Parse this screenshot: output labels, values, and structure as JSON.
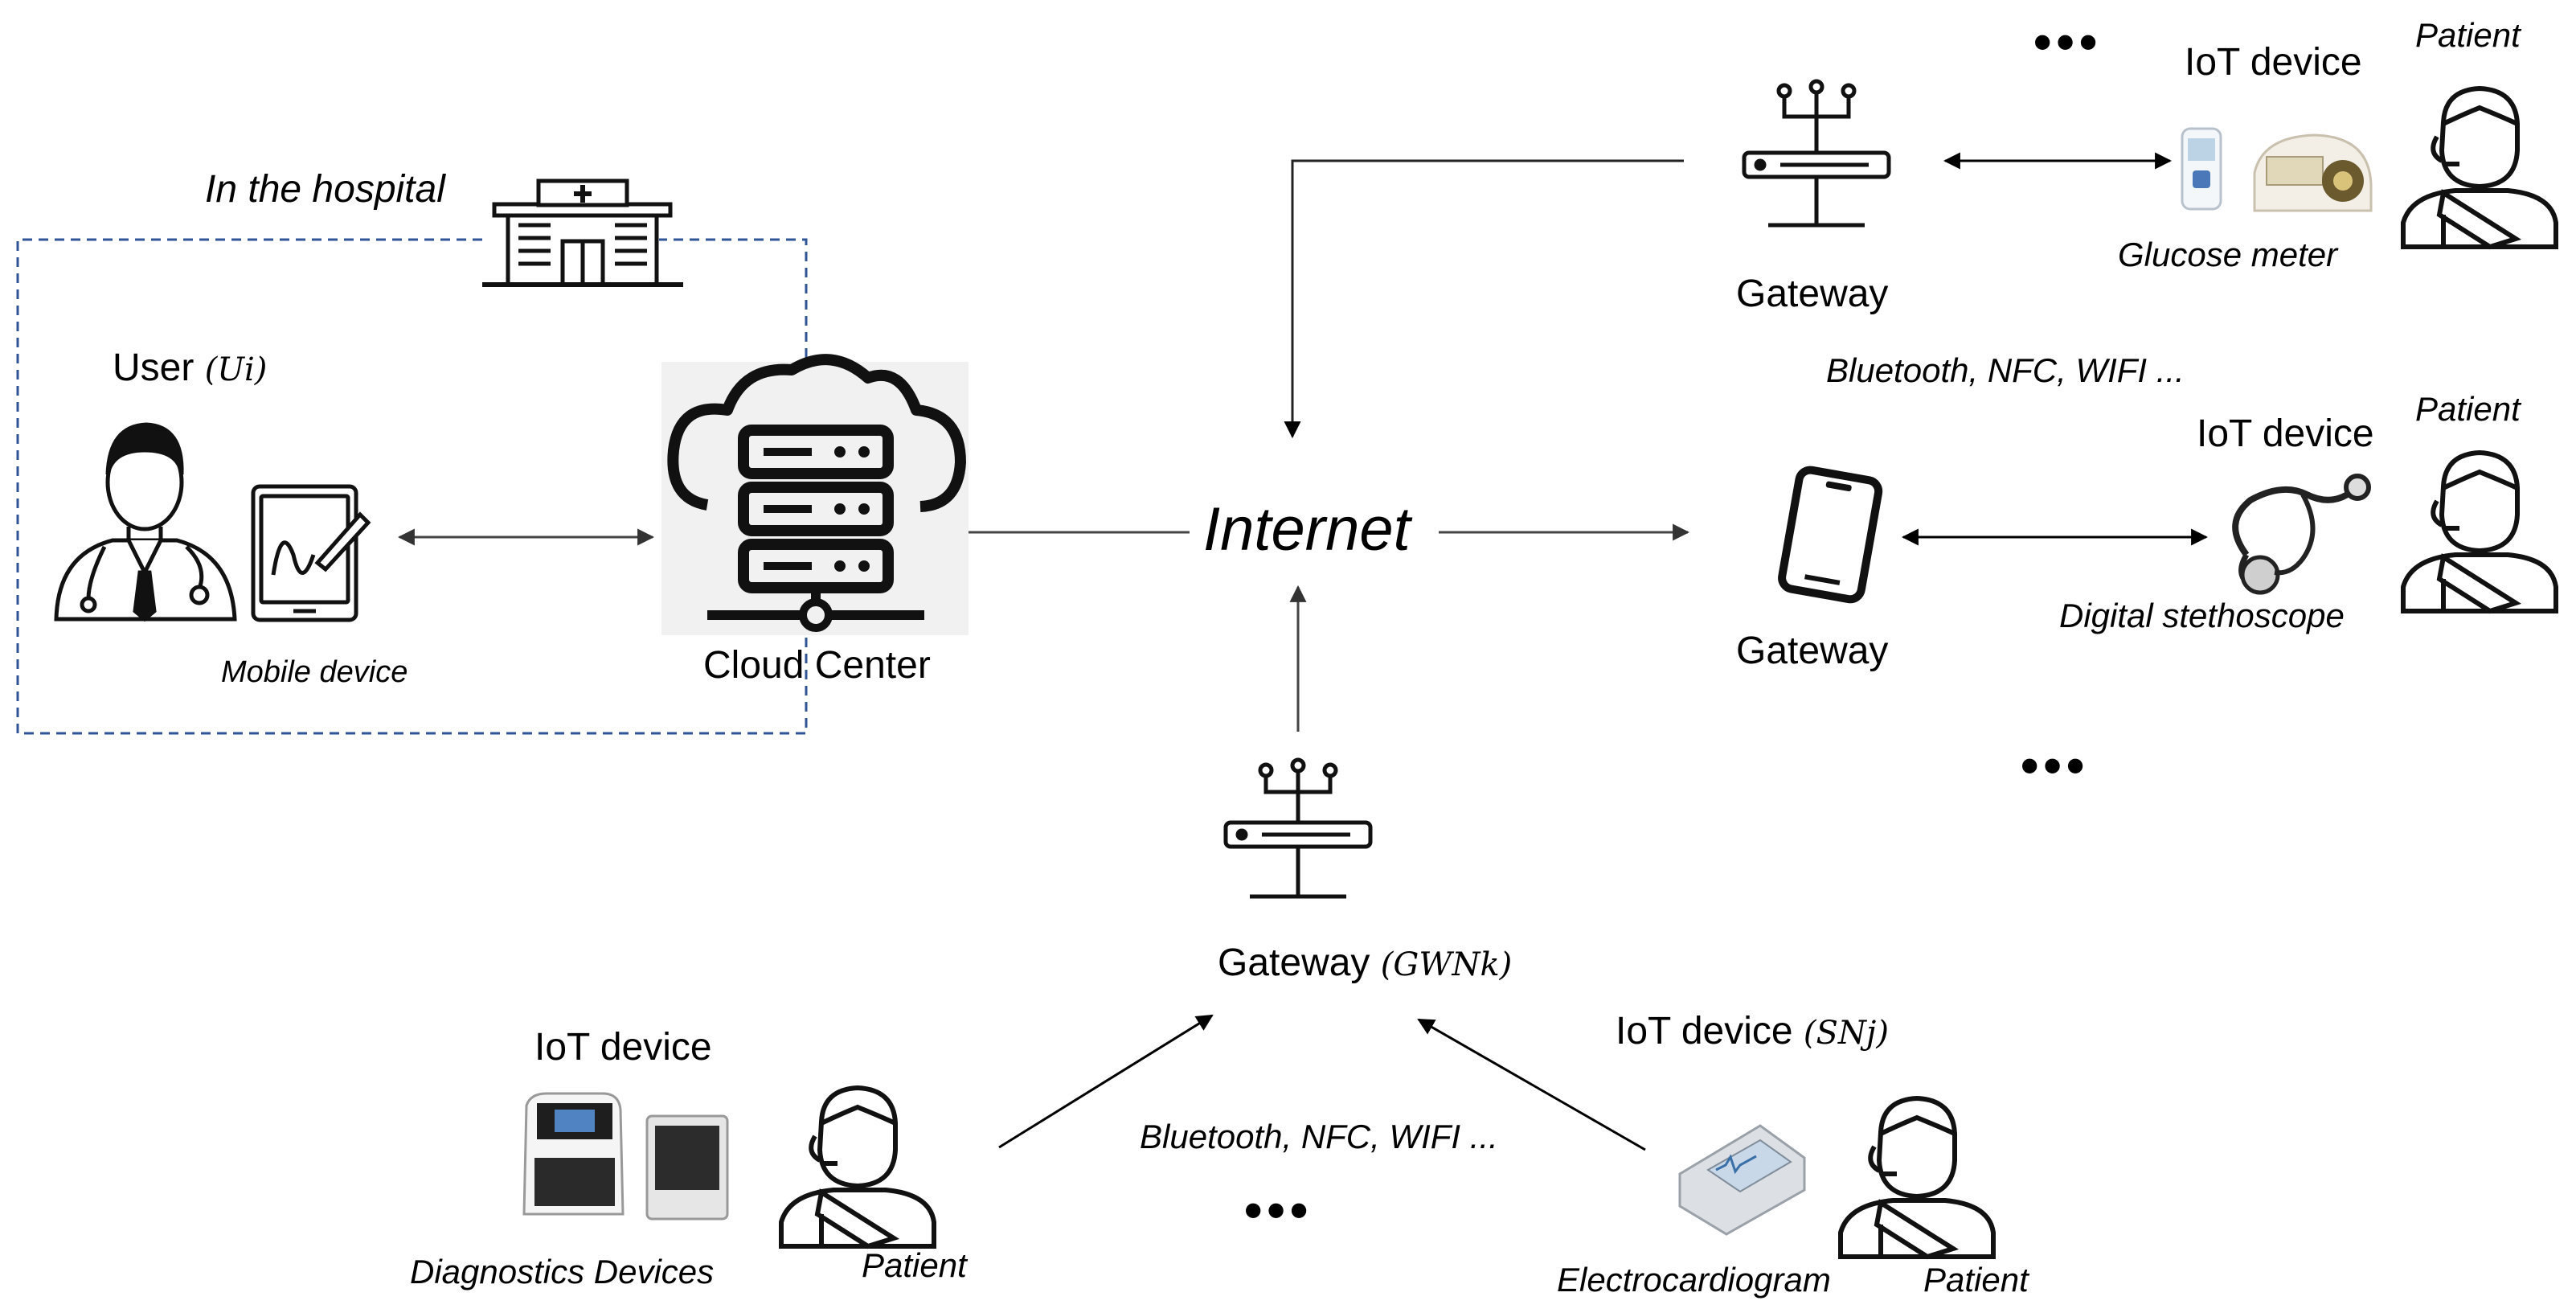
{
  "hospital": {
    "title": "In the hospital",
    "user_label": "User",
    "user_symbol": "(Ui)",
    "mobile_label": "Mobile device",
    "cloud_label": "Cloud Center"
  },
  "internet_label": "Internet",
  "top_right": {
    "gateway_label": "Gateway",
    "iot_label": "IoT device",
    "patient_label": "Patient",
    "device_label": "Glucose meter",
    "ellipsis": "•••"
  },
  "middle_right": {
    "protocols": "Bluetooth, NFC, WIFI ...",
    "gateway_label": "Gateway",
    "iot_label": "IoT device",
    "patient_label": "Patient",
    "device_label": "Digital stethoscope",
    "ellipsis": "•••"
  },
  "bottom": {
    "gateway_label": "Gateway",
    "gateway_symbol": "(GWNk)",
    "protocols": "Bluetooth, NFC, WIFI ...",
    "ellipsis": "•••",
    "left_iot_label": "IoT device",
    "left_device_label": "Diagnostics Devices",
    "left_patient_label": "Patient",
    "right_iot_label": "IoT device",
    "right_iot_symbol": "(SNj)",
    "right_device_label": "Electrocardiogram",
    "right_patient_label": "Patient"
  },
  "colors": {
    "line": "#444444",
    "hospital_border": "#2f5597",
    "cloud_bg": "#f1f1f1"
  }
}
